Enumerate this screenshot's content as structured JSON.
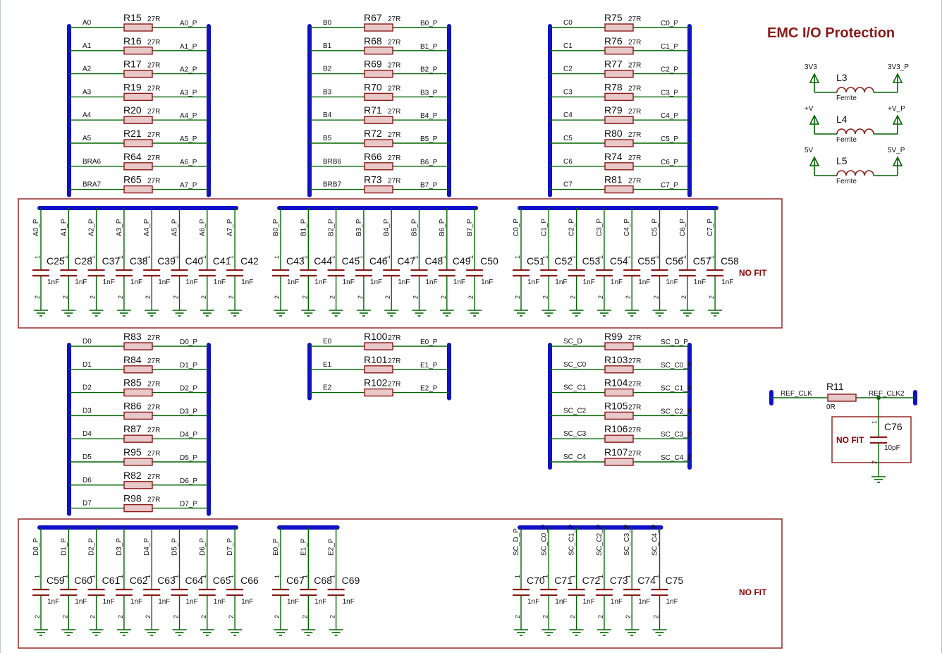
{
  "title": "EMC I/O Protection",
  "colors": {
    "bus": "#1010c8",
    "wire": "#006400",
    "component": "#8b1a1a",
    "nofit": "#8b0000"
  },
  "resistor_value": "27R",
  "resistor_blocks": [
    {
      "rows": [
        [
          "A0",
          "R15",
          "A0_P"
        ],
        [
          "A1",
          "R16",
          "A1_P"
        ],
        [
          "A2",
          "R17",
          "A2_P"
        ],
        [
          "A3",
          "R19",
          "A3_P"
        ],
        [
          "A4",
          "R20",
          "A4_P"
        ],
        [
          "A5",
          "R21",
          "A5_P"
        ],
        [
          "BRA6",
          "R64",
          "A6_P"
        ],
        [
          "BRA7",
          "R65",
          "A7_P"
        ]
      ]
    },
    {
      "rows": [
        [
          "B0",
          "R67",
          "B0_P"
        ],
        [
          "B1",
          "R68",
          "B1_P"
        ],
        [
          "B2",
          "R69",
          "B2_P"
        ],
        [
          "B3",
          "R70",
          "B3_P"
        ],
        [
          "B4",
          "R71",
          "B4_P"
        ],
        [
          "B5",
          "R72",
          "B5_P"
        ],
        [
          "BRB6",
          "R66",
          "B6_P"
        ],
        [
          "BRB7",
          "R73",
          "B7_P"
        ]
      ]
    },
    {
      "rows": [
        [
          "C0",
          "R75",
          "C0_P"
        ],
        [
          "C1",
          "R76",
          "C1_P"
        ],
        [
          "C2",
          "R77",
          "C2_P"
        ],
        [
          "C3",
          "R78",
          "C3_P"
        ],
        [
          "C4",
          "R79",
          "C4_P"
        ],
        [
          "C5",
          "R80",
          "C5_P"
        ],
        [
          "C6",
          "R74",
          "C6_P"
        ],
        [
          "C7",
          "R81",
          "C7_P"
        ]
      ]
    },
    {
      "rows": [
        [
          "D0",
          "R83",
          "D0_P"
        ],
        [
          "D1",
          "R84",
          "D1_P"
        ],
        [
          "D2",
          "R85",
          "D2_P"
        ],
        [
          "D3",
          "R86",
          "D3_P"
        ],
        [
          "D4",
          "R87",
          "D4_P"
        ],
        [
          "D5",
          "R95",
          "D5_P"
        ],
        [
          "D6",
          "R82",
          "D6_P"
        ],
        [
          "D7",
          "R98",
          "D7_P"
        ]
      ]
    },
    {
      "rows": [
        [
          "E0",
          "R100",
          "E0_P"
        ],
        [
          "E1",
          "R101",
          "E1_P"
        ],
        [
          "E2",
          "R102",
          "E2_P"
        ]
      ]
    },
    {
      "rows": [
        [
          "SC_D",
          "R99",
          "SC_D_P"
        ],
        [
          "SC_C0",
          "R103",
          "SC_C0_P"
        ],
        [
          "SC_C1",
          "R104",
          "SC_C1_P"
        ],
        [
          "SC_C2",
          "R105",
          "SC_C2_P"
        ],
        [
          "SC_C3",
          "R106",
          "SC_C3_P"
        ],
        [
          "SC_C4",
          "R107",
          "SC_C4_P"
        ]
      ]
    }
  ],
  "cap_value": "1nF",
  "pin1": "1",
  "pin2": "2",
  "cap_groups": [
    {
      "nets": [
        "A0_P",
        "A1_P",
        "A2_P",
        "A3_P",
        "A4_P",
        "A5_P",
        "A6_P",
        "A7_P"
      ],
      "refs": [
        "C25",
        "C28",
        "C37",
        "C38",
        "C39",
        "C40",
        "C41",
        "C42"
      ]
    },
    {
      "nets": [
        "B0_P",
        "B1_P",
        "B2_P",
        "B3_P",
        "B4_P",
        "B5_P",
        "B6_P",
        "B7_P"
      ],
      "refs": [
        "C43",
        "C44",
        "C45",
        "C46",
        "C47",
        "C48",
        "C49",
        "C50"
      ]
    },
    {
      "nets": [
        "C0_P",
        "C1_P",
        "C2_P",
        "C3_P",
        "C4_P",
        "C5_P",
        "C6_P",
        "C7_P"
      ],
      "refs": [
        "C51",
        "C52",
        "C53",
        "C54",
        "C55",
        "C56",
        "C57",
        "C58"
      ]
    },
    {
      "nets": [
        "D0_P",
        "D1_P",
        "D2_P",
        "D3_P",
        "D4_P",
        "D5_P",
        "D6_P",
        "D7_P"
      ],
      "refs": [
        "C59",
        "C60",
        "C61",
        "C62",
        "C63",
        "C64",
        "C65",
        "C66"
      ]
    },
    {
      "nets": [
        "E0_P",
        "E1_P",
        "E2_P"
      ],
      "refs": [
        "C67",
        "C68",
        "C69"
      ]
    },
    {
      "nets": [
        "SC_D_P",
        "SC_C0_P",
        "SC_C1_P",
        "SC_C2_P",
        "SC_C3_P",
        "SC_C4_P"
      ],
      "refs": [
        "C70",
        "C71",
        "C72",
        "C73",
        "C74",
        "C75"
      ]
    }
  ],
  "nofit_label": "NO FIT",
  "ferrites": [
    {
      "ref": "L3",
      "value": "Ferrite",
      "in": "3V3",
      "out": "3V3_P"
    },
    {
      "ref": "L4",
      "value": "Ferrite",
      "in": "+V",
      "out": "+V_P"
    },
    {
      "ref": "L5",
      "value": "Ferrite",
      "in": "5V",
      "out": "5V_P"
    }
  ],
  "ref_clk": {
    "in": "REF_CLK",
    "out": "REF_CLK2",
    "res_ref": "R11",
    "res_value": "0R",
    "cap_ref": "C76",
    "cap_value": "10pF",
    "nofit": "NO FIT"
  }
}
